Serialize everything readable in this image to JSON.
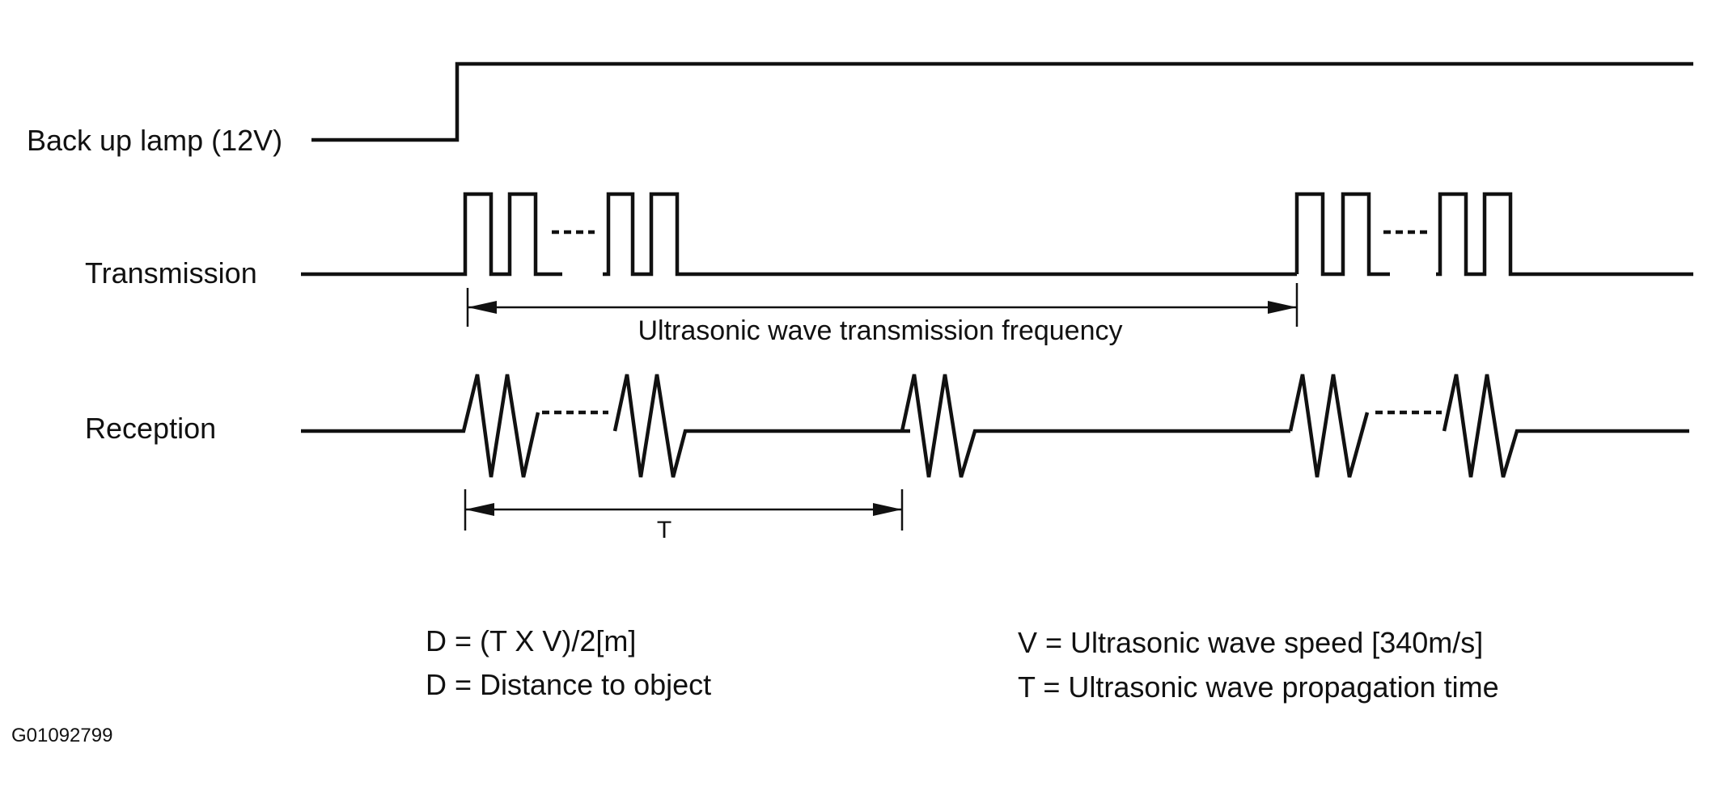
{
  "signals": {
    "backup_lamp": "Back up lamp (12V)",
    "transmission": "Transmission",
    "reception": "Reception"
  },
  "dimensions": {
    "frequency_label": "Ultrasonic wave transmission frequency",
    "time_label": "T"
  },
  "formulas": {
    "distance_formula": "D = (T X V)/2[m]",
    "distance_definition": "D = Distance to object",
    "speed_definition": "V = Ultrasonic wave speed [340m/s]",
    "time_definition": "T = Ultrasonic wave propagation time"
  },
  "figure_id": "G01092799"
}
